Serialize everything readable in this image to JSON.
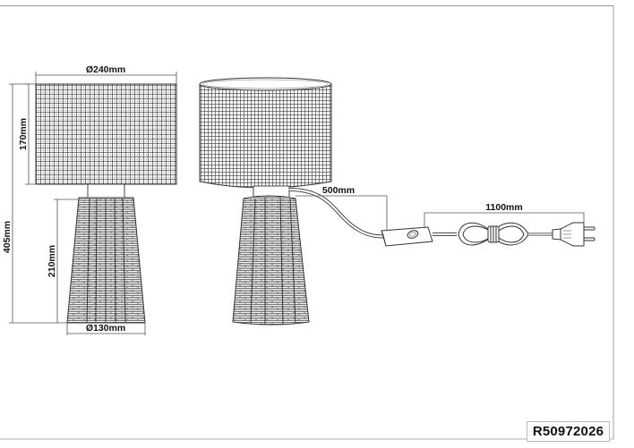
{
  "drawing": {
    "type": "technical product dimension drawing",
    "subject": "table lamp with rattan/wicker base and woven fabric shade",
    "front_view": {
      "shade_diameter": "Ø240mm",
      "shade_height": "170mm",
      "total_height": "405mm",
      "base_height": "210mm",
      "base_diameter": "Ø130mm"
    },
    "perspective_view": {
      "cable_to_switch": "500mm",
      "switch_to_plug": "1100mm"
    },
    "product_code": "R50972026"
  },
  "colors": {
    "line": "#333333",
    "text": "#111111",
    "frame": "#9a9a9a",
    "background": "#ffffff"
  }
}
